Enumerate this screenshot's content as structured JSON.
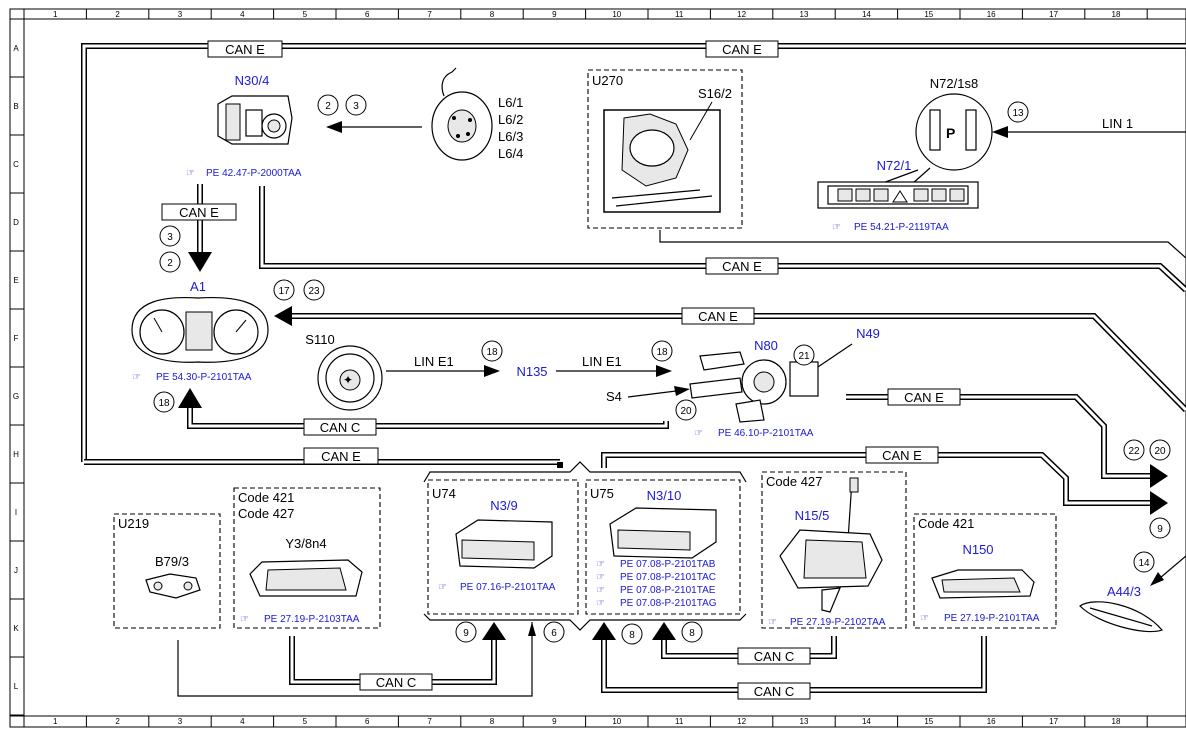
{
  "grid": {
    "columns": [
      "1",
      "2",
      "3",
      "4",
      "5",
      "6",
      "7",
      "8",
      "9",
      "10",
      "11",
      "12",
      "13",
      "14",
      "15",
      "16",
      "17",
      "18"
    ],
    "rows": [
      "A",
      "B",
      "C",
      "D",
      "E",
      "F",
      "G",
      "H",
      "I",
      "J",
      "K",
      "L"
    ]
  },
  "components": {
    "N30_4": {
      "label": "N30/4",
      "ref": "PE 42.47-P-2000TAA"
    },
    "A1": {
      "label": "A1",
      "ref": "PE 54.30-P-2101TAA"
    },
    "N72_1": {
      "label": "N72/1",
      "ref": "PE 54.21-P-2119TAA"
    },
    "N72_1s8": {
      "label": "N72/1s8"
    },
    "U270": {
      "label": "U270",
      "sub": "S16/2"
    },
    "wheel_sensors": [
      "L6/1",
      "L6/2",
      "L6/3",
      "L6/4"
    ],
    "S110": {
      "label": "S110"
    },
    "N135": {
      "label": "N135"
    },
    "N80": {
      "label": "N80",
      "ref": "PE 46.10-P-2101TAA"
    },
    "N49": {
      "label": "N49"
    },
    "S4": {
      "label": "S4"
    },
    "U219": {
      "label": "U219",
      "sub": "B79/3"
    },
    "Y3_8n4": {
      "codes": [
        "Code 421",
        "Code 427"
      ],
      "label": "Y3/8n4",
      "ref": "PE 27.19-P-2103TAA"
    },
    "N3_9": {
      "box": "U74",
      "label": "N3/9",
      "ref": "PE 07.16-P-2101TAA"
    },
    "N3_10": {
      "box": "U75",
      "label": "N3/10",
      "refs": [
        "PE 07.08-P-2101TAB",
        "PE 07.08-P-2101TAC",
        "PE 07.08-P-2101TAE",
        "PE 07.08-P-2101TAG"
      ]
    },
    "N15_5": {
      "code": "Code 427",
      "label": "N15/5",
      "ref": "PE 27.19-P-2102TAA"
    },
    "N150": {
      "code": "Code 421",
      "label": "N150",
      "ref": "PE 27.19-P-2101TAA"
    },
    "A44_3": {
      "label": "A44/3"
    }
  },
  "buses": {
    "can_e": "CAN E",
    "can_c": "CAN C",
    "lin1": "LIN 1",
    "lin_e1": "LIN E1"
  },
  "callouts": {
    "c2": "2",
    "c3": "3",
    "c8": "8",
    "c9": "9",
    "c6": "6",
    "c13": "13",
    "c14": "14",
    "c17": "17",
    "c18": "18",
    "c20": "20",
    "c21": "21",
    "c22": "22",
    "c23": "23"
  }
}
